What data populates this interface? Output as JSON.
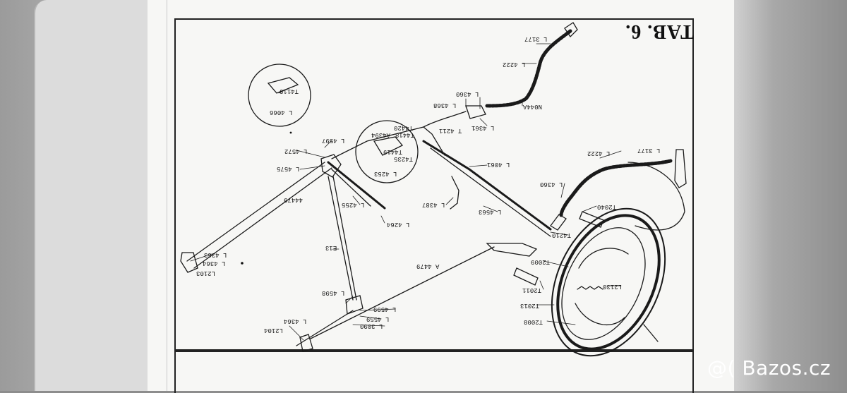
{
  "title": "TAB. 6.",
  "watermark": "@( Bazos.cz",
  "labels": {
    "l4222_top": "L 4222",
    "l3177_top": "L 3177",
    "l4360_top": "L 4360",
    "l4368": "L 4368",
    "n044a": "N044A",
    "l4361": "L 4361",
    "t4211": "T 4211",
    "t4119": "T4119",
    "l4066": "L 4066",
    "l4597": "L 4597",
    "l4572": "L 4572",
    "l4575": "L 4575",
    "a4394": "A4394",
    "t4418": "T4418",
    "t4420": "T4420",
    "t4419": "T4419",
    "t4235": "T4235",
    "l4253": "L 4253",
    "l4061": "L 4061",
    "l4387": "L 4387",
    "l4255": "L 4255",
    "n4479": "44479",
    "l4264": "L 4264",
    "l4563": "L 4563",
    "l3177_r": "L 3177",
    "l4222_r": "L 4222",
    "l4360_r": "L 4360",
    "t2040": "T2040",
    "t4210": "T4210",
    "e13": "E13",
    "l4363": "L 4363",
    "l4364_l": "L 4364",
    "l2103": "L2103",
    "a4479": "A 4479",
    "t2009": "T2009",
    "t2011": "T2011",
    "l2130": "L2130",
    "l4598": "L 4598",
    "t2013": "T2013",
    "l4599": "L 4599",
    "l4559": "L 4559",
    "l3090": "L 3090",
    "l4364_b": "L 4364",
    "l2104": "L2104",
    "t2008": "T2008"
  }
}
